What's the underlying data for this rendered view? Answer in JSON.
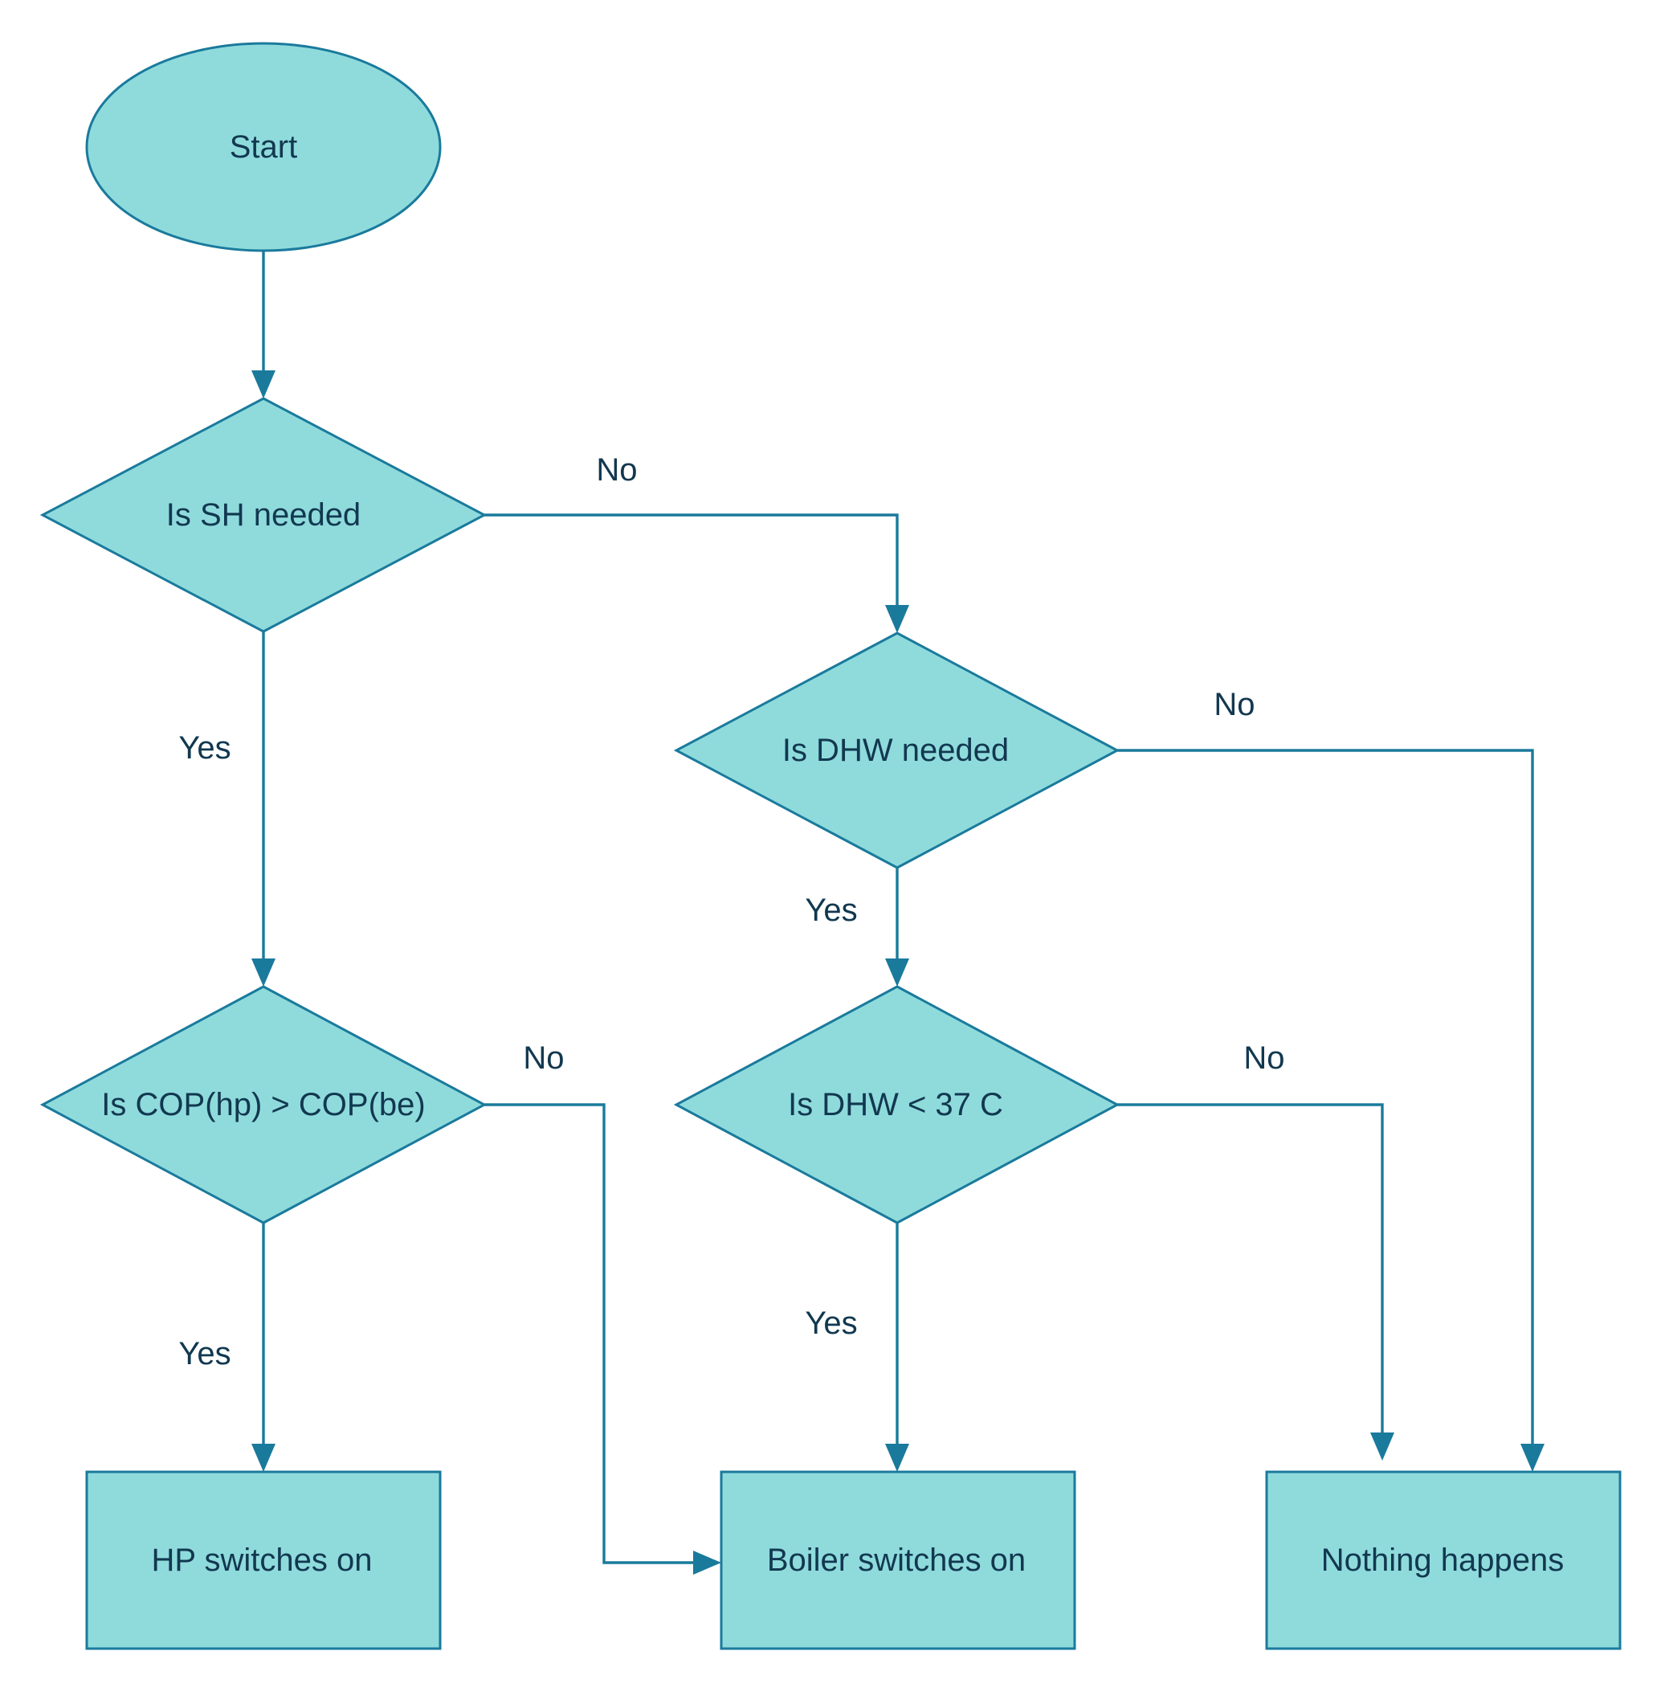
{
  "nodes": {
    "start": {
      "label": "Start",
      "shape": "ellipse"
    },
    "sh_needed": {
      "label": "Is SH needed",
      "shape": "diamond"
    },
    "dhw_needed": {
      "label": "Is DHW needed",
      "shape": "diamond"
    },
    "cop_compare": {
      "label": "Is COP(hp) > COP(be)",
      "shape": "diamond"
    },
    "dhw_temp": {
      "label": "Is DHW < 37 C",
      "shape": "diamond"
    },
    "hp_on": {
      "label": "HP switches on",
      "shape": "rectangle"
    },
    "boiler_on": {
      "label": "Boiler switches on",
      "shape": "rectangle"
    },
    "nothing": {
      "label": "Nothing happens",
      "shape": "rectangle"
    }
  },
  "edges": {
    "start_to_sh": {
      "from": "start",
      "to": "sh_needed",
      "label": ""
    },
    "sh_no": {
      "from": "sh_needed",
      "to": "dhw_needed",
      "label": "No"
    },
    "sh_yes": {
      "from": "sh_needed",
      "to": "cop_compare",
      "label": "Yes"
    },
    "dhw_needed_no": {
      "from": "dhw_needed",
      "to": "nothing",
      "label": "No"
    },
    "dhw_needed_yes": {
      "from": "dhw_needed",
      "to": "dhw_temp",
      "label": "Yes"
    },
    "cop_no": {
      "from": "cop_compare",
      "to": "boiler_on",
      "label": "No"
    },
    "cop_yes": {
      "from": "cop_compare",
      "to": "hp_on",
      "label": "Yes"
    },
    "dhw_temp_no": {
      "from": "dhw_temp",
      "to": "nothing",
      "label": "No"
    },
    "dhw_temp_yes": {
      "from": "dhw_temp",
      "to": "boiler_on",
      "label": "Yes"
    }
  },
  "colors": {
    "shape_fill": "#8fdbdc",
    "line": "#1a7a9c",
    "text": "#123850"
  }
}
